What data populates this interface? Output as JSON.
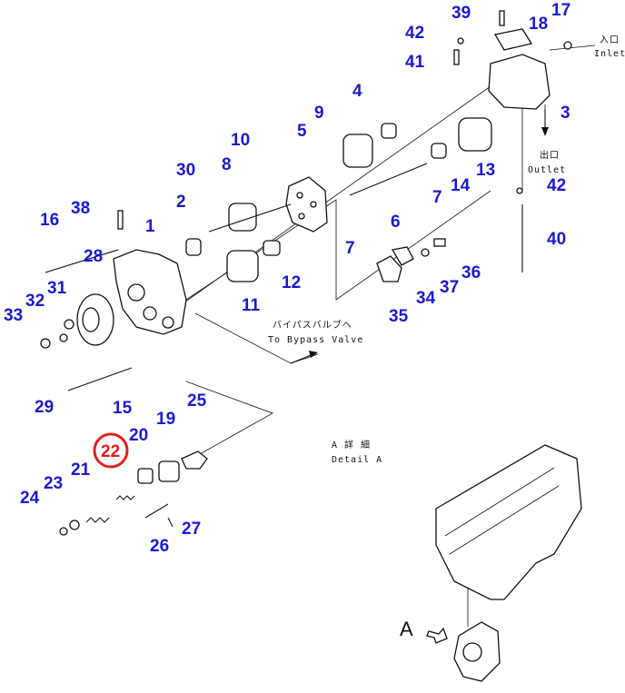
{
  "parts": [
    {
      "id": "39",
      "label": "39"
    },
    {
      "id": "18",
      "label": "18"
    },
    {
      "id": "17",
      "label": "17"
    },
    {
      "id": "42a",
      "label": "42"
    },
    {
      "id": "41",
      "label": "41"
    },
    {
      "id": "4",
      "label": "4"
    },
    {
      "id": "3",
      "label": "3"
    },
    {
      "id": "9",
      "label": "9"
    },
    {
      "id": "5",
      "label": "5"
    },
    {
      "id": "10",
      "label": "10"
    },
    {
      "id": "8",
      "label": "8"
    },
    {
      "id": "30",
      "label": "30"
    },
    {
      "id": "13",
      "label": "13"
    },
    {
      "id": "14",
      "label": "14"
    },
    {
      "id": "42b",
      "label": "42"
    },
    {
      "id": "2",
      "label": "2"
    },
    {
      "id": "7a",
      "label": "7"
    },
    {
      "id": "6",
      "label": "6"
    },
    {
      "id": "38",
      "label": "38"
    },
    {
      "id": "16",
      "label": "16"
    },
    {
      "id": "1",
      "label": "1"
    },
    {
      "id": "7b",
      "label": "7"
    },
    {
      "id": "40",
      "label": "40"
    },
    {
      "id": "28",
      "label": "28"
    },
    {
      "id": "36",
      "label": "36"
    },
    {
      "id": "11",
      "label": "11"
    },
    {
      "id": "12",
      "label": "12"
    },
    {
      "id": "37",
      "label": "37"
    },
    {
      "id": "31",
      "label": "31"
    },
    {
      "id": "32",
      "label": "32"
    },
    {
      "id": "34",
      "label": "34"
    },
    {
      "id": "33",
      "label": "33"
    },
    {
      "id": "35",
      "label": "35"
    },
    {
      "id": "29",
      "label": "29"
    },
    {
      "id": "15",
      "label": "15"
    },
    {
      "id": "25",
      "label": "25"
    },
    {
      "id": "19",
      "label": "19"
    },
    {
      "id": "20",
      "label": "20"
    },
    {
      "id": "22",
      "label": "22"
    },
    {
      "id": "21",
      "label": "21"
    },
    {
      "id": "23",
      "label": "23"
    },
    {
      "id": "24",
      "label": "24"
    },
    {
      "id": "27",
      "label": "27"
    },
    {
      "id": "26",
      "label": "26"
    }
  ],
  "highlighted_part": "22",
  "annotations": {
    "inlet_jp": "入口",
    "inlet_en": "Inlet",
    "outlet_jp": "出口",
    "outlet_en": "Outlet",
    "bypass_jp": "バイパスバルブへ",
    "bypass_en": "To Bypass Valve",
    "detail_jp": "A 詳 細",
    "detail_en": "Detail A",
    "view_letter": "A"
  },
  "colors": {
    "label": "#1a1acc",
    "highlight_ring": "#e02020",
    "line": "#111111"
  }
}
